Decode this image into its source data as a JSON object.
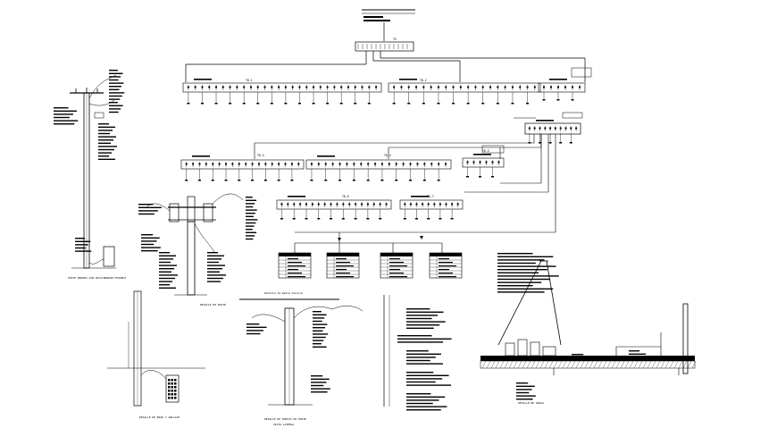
{
  "drawing": {
    "title": "Electrical distribution single-line diagram and pole / trench details",
    "labels": {
      "pole_left_caption": "POSTE MADERA CON SECCIONADOR FUSIBLE",
      "pole_mid_caption": "DETALLE DE POSTE",
      "anchor_caption": "DETALLE DE BASE Y ANCLAJE",
      "pole_bottom_caption": "DETALLE DE PUESTA DE POSTE",
      "pole_bottom_sub": "VISTA LATERAL",
      "trench_caption": "DETALLE DE ZANJA",
      "pole_top_label": "Detalle de media tension"
    }
  },
  "panels": {
    "top": {
      "label": "TG"
    },
    "a1": {
      "label": "TD-1"
    },
    "a2": {
      "label": "TD-2"
    },
    "b1": {
      "label": "TD-3"
    },
    "b2": {
      "label": "TD-4"
    },
    "b3": {
      "label": "TD-5"
    },
    "c1": {
      "label": "TD-6"
    },
    "c2": {
      "label": "TD-7"
    }
  },
  "tables": {
    "count": 4
  },
  "colors": {
    "ink": "#000000",
    "paper": "#ffffff"
  }
}
